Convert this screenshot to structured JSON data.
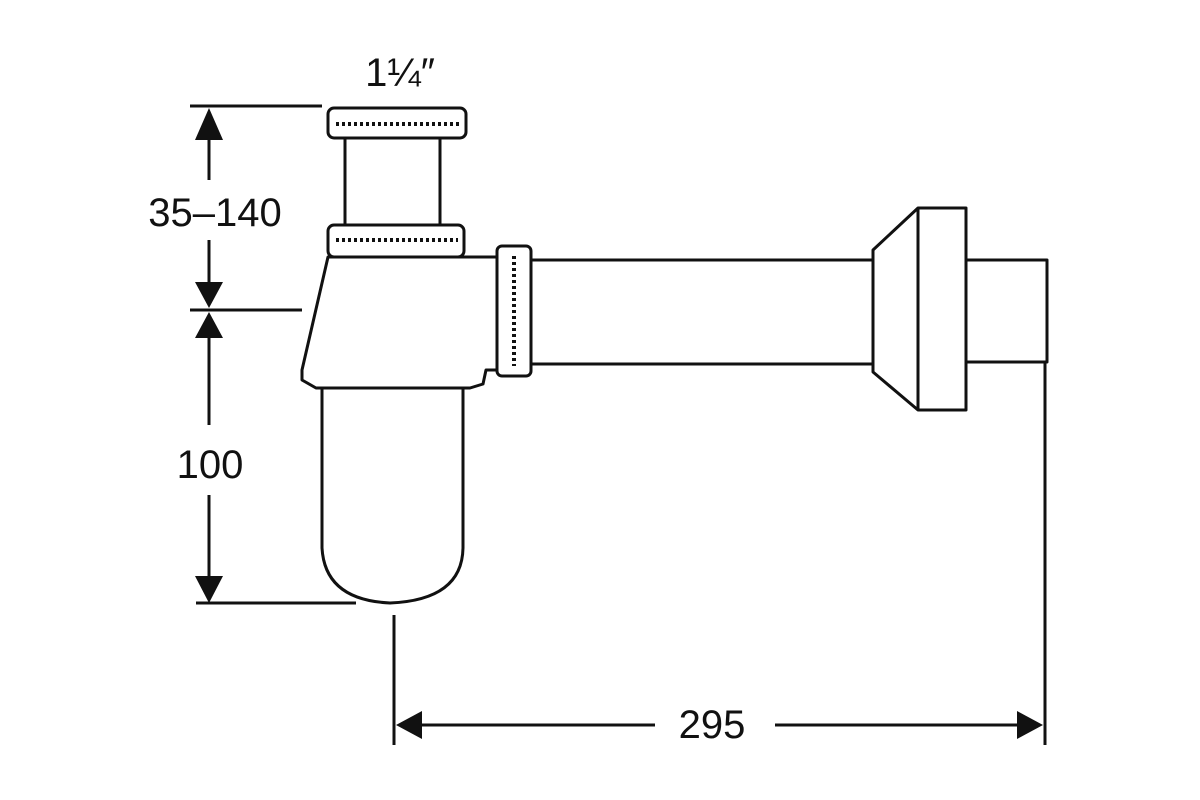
{
  "diagram": {
    "labels": {
      "thread_size": "1¼″",
      "height_range": "35–140",
      "trap_depth": "100",
      "wall_distance": "295"
    }
  },
  "colors": {
    "line": "#111111",
    "background": "#ffffff"
  }
}
